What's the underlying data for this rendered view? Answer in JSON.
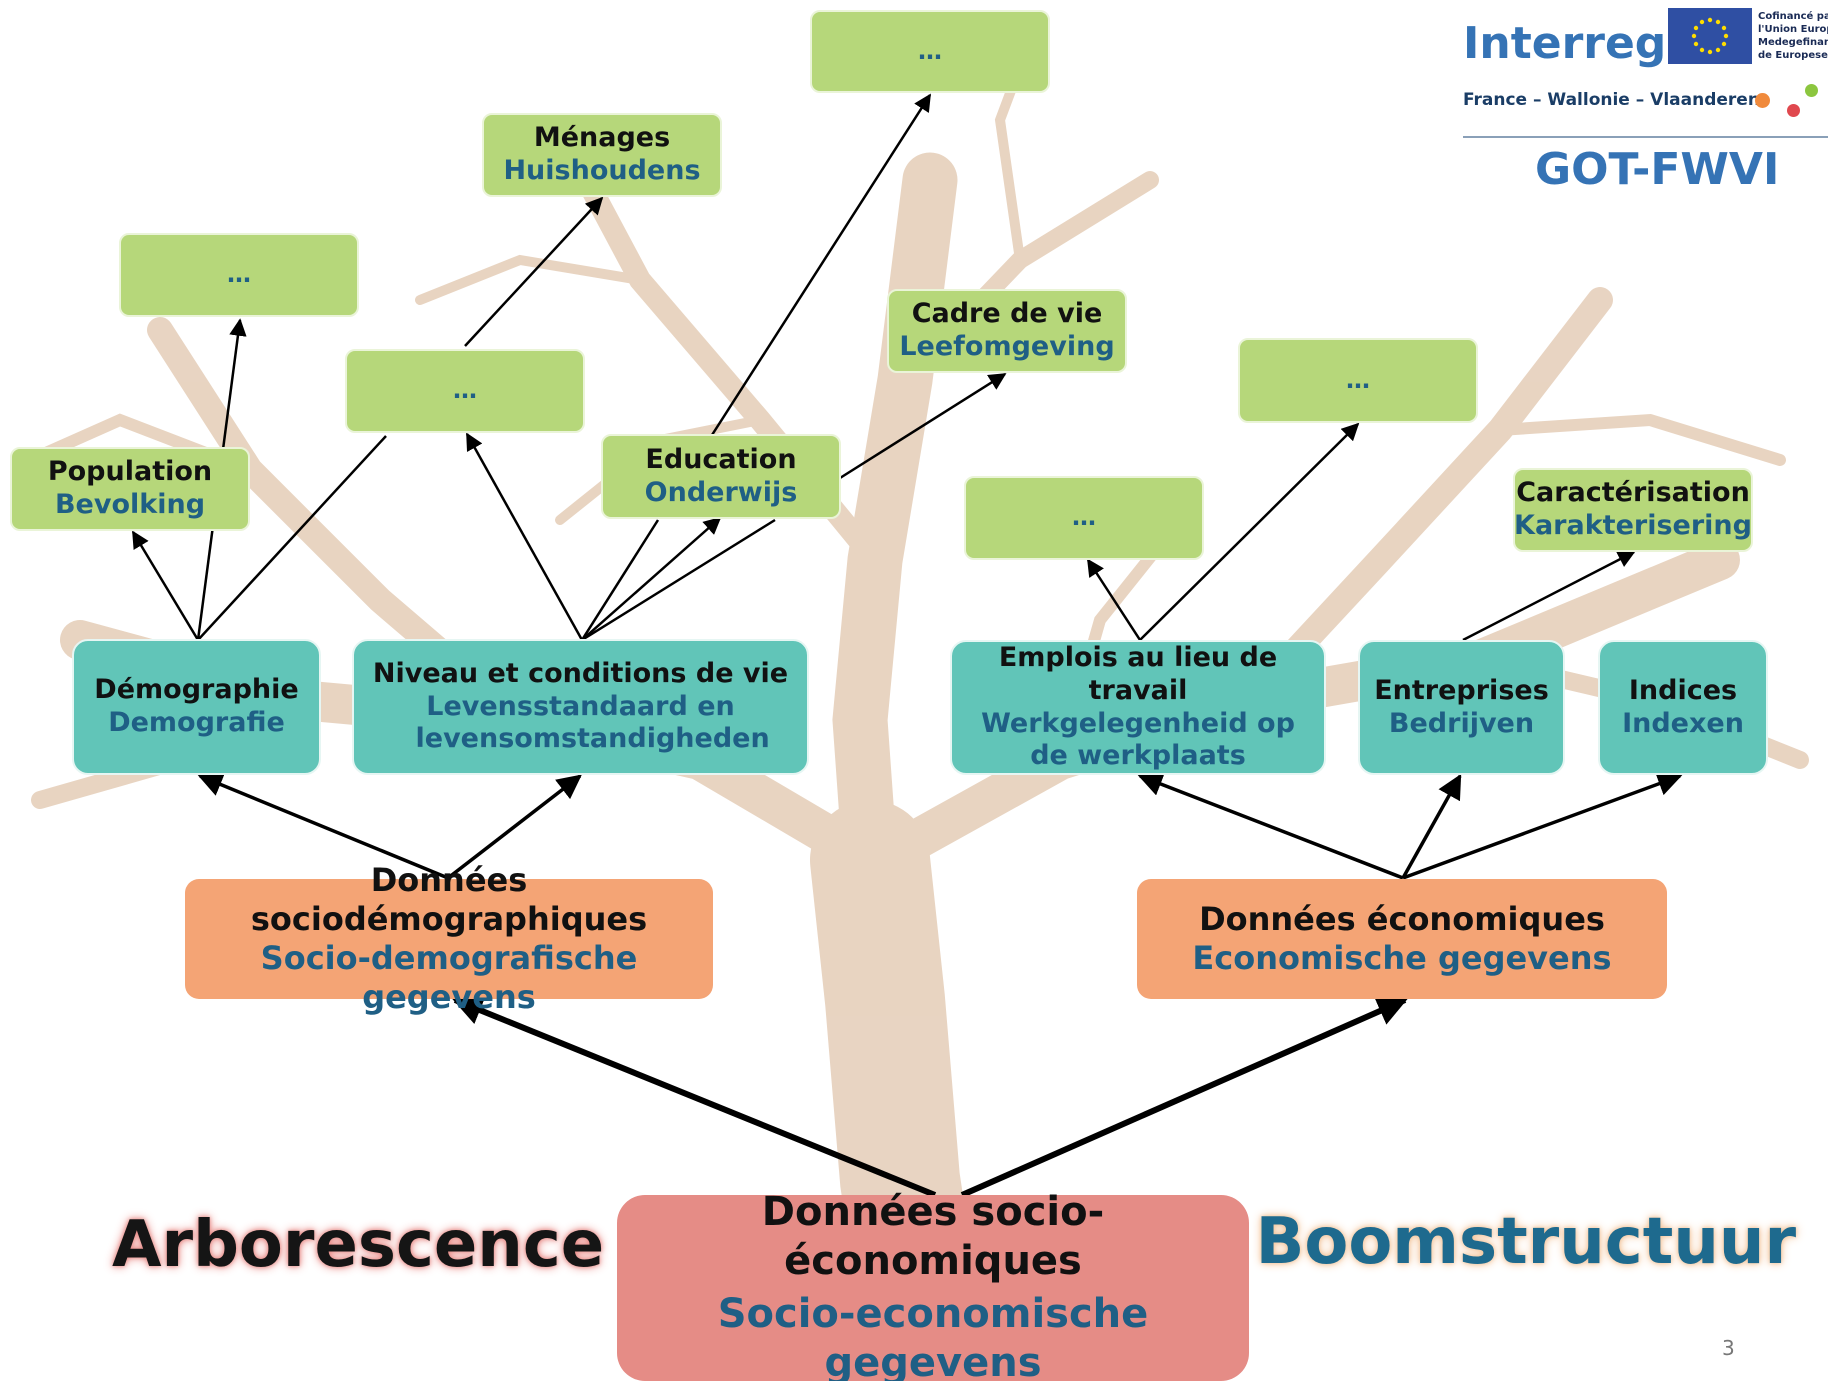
{
  "logo": {
    "program": "Interreg",
    "eu_caption": [
      "Cofinancé par",
      "l'Union Europ",
      "Medegefinanc",
      "de Europese U"
    ],
    "region": "France – Wallonie – Vlaanderen",
    "project": "GOT-FWVI",
    "dot_colors": [
      "#f08a3c",
      "#e0484e",
      "#8cc63f"
    ]
  },
  "titles": {
    "left": "Arborescence",
    "right": "Boomstructuur"
  },
  "page_number": "3",
  "root": {
    "fr": "Données socio-économiques",
    "nl": "Socio-economische gegevens"
  },
  "branches": {
    "socio": {
      "fr": "Données sociodémographiques",
      "nl": "Socio-demografische gegevens"
    },
    "eco": {
      "fr": "Données économiques",
      "nl": "Economische gegevens"
    }
  },
  "categories": {
    "demographie": {
      "fr": "Démographie",
      "nl": "Demografie"
    },
    "niveau": {
      "fr": "Niveau et conditions de vie",
      "nl": "Levensstandaard en levensomstandigheden"
    },
    "emplois": {
      "fr": "Emplois au lieu de travail",
      "nl": "Werkgelegenheid op de werkplaats"
    },
    "entreprises": {
      "fr": "Entreprises",
      "nl": "Bedrijven"
    },
    "indices": {
      "fr": "Indices",
      "nl": "Indexen"
    }
  },
  "leaves": {
    "population": {
      "fr": "Population",
      "nl": "Bevolking"
    },
    "menages": {
      "fr": "Ménages",
      "nl": "Huishoudens"
    },
    "education": {
      "fr": "Education",
      "nl": "Onderwijs"
    },
    "cadre": {
      "fr": "Cadre de vie",
      "nl": "Leefomgeving"
    },
    "caracterisation": {
      "fr": "Caractérisation",
      "nl": "Karakterisering"
    },
    "ellipsis": "…"
  },
  "colors": {
    "leaf": "#b6d77a",
    "category": "#61c5b8",
    "branch": "#f4a475",
    "root": "#e58c86",
    "fr_text": "#111111",
    "nl_text": "#1f5f85",
    "tree": "#dcc0a6"
  }
}
